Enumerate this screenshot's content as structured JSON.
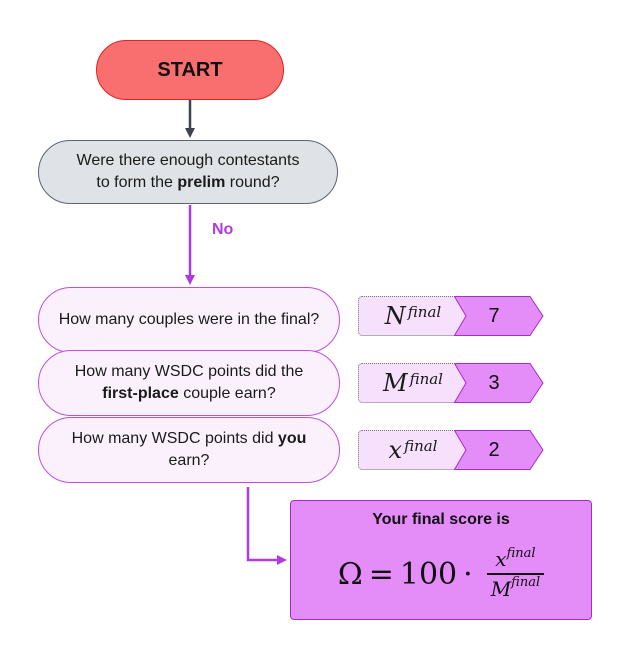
{
  "start": {
    "label": "START"
  },
  "decision": {
    "line1": "Were there enough contestants",
    "line2_pre": "to form the ",
    "line2_bold": "prelim",
    "line2_post": " round?"
  },
  "edge_label": "No",
  "questions": [
    {
      "text_pre": "How many couples were in the final?",
      "text_bold": "",
      "text_post": ""
    },
    {
      "text_pre": "How many WSDC points did the ",
      "text_bold": "first-place",
      "text_post": " couple earn?"
    },
    {
      "text_pre": "How many WSDC points did ",
      "text_bold": "you",
      "text_post": " earn?"
    }
  ],
  "variables": [
    {
      "symbol": "N",
      "superscript": "final",
      "value": "7"
    },
    {
      "symbol": "M",
      "superscript": "final",
      "value": "3"
    },
    {
      "symbol": "x",
      "superscript": "final",
      "value": "2"
    }
  ],
  "result": {
    "title": "Your final score is",
    "omega": "Ω",
    "equals": "=",
    "hundred": "100",
    "dot": "·",
    "num_symbol": "x",
    "num_sup": "final",
    "den_symbol": "M",
    "den_sup": "final"
  },
  "colors": {
    "start_fill": "#f96e6e",
    "decision_fill": "#dfe2e6",
    "question_fill": "#fbf1fd",
    "accent_purple": "#b03ae0",
    "value_fill": "#e48cf8",
    "result_fill": "#e48cf8"
  }
}
